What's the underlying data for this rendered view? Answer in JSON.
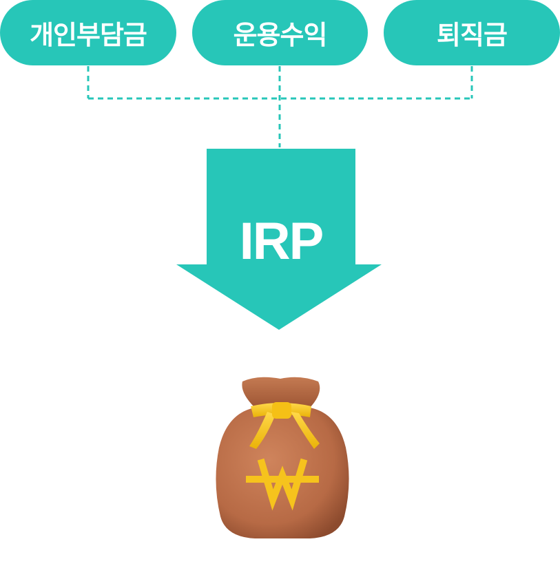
{
  "sources": [
    {
      "label": "개인부담금"
    },
    {
      "label": "운용수익"
    },
    {
      "label": "퇴직금"
    }
  ],
  "target": {
    "label": "IRP"
  },
  "colors": {
    "accent": "#27c6b8",
    "bag": "#b76a45",
    "ribbon": "#f6c31d"
  },
  "icon": {
    "name": "money-bag-icon",
    "symbol": "₩"
  }
}
